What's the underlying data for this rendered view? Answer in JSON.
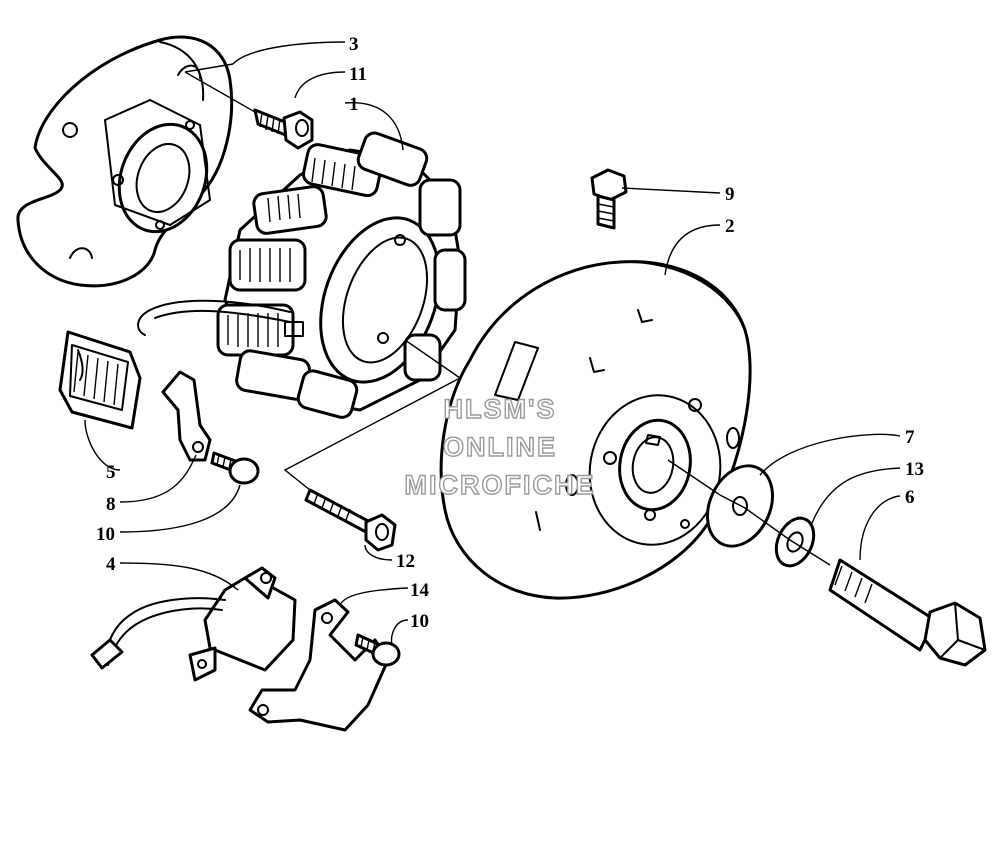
{
  "callouts": {
    "c1": "1",
    "c2": "2",
    "c3": "3",
    "c4": "4",
    "c5": "5",
    "c6": "6",
    "c7": "7",
    "c8": "8",
    "c9": "9",
    "c10a": "10",
    "c10b": "10",
    "c11": "11",
    "c12": "12",
    "c13": "13",
    "c14": "14"
  },
  "watermark": {
    "line1": "HLSM'S",
    "line2": "ONLINE",
    "line3": "MICROFICHE"
  }
}
